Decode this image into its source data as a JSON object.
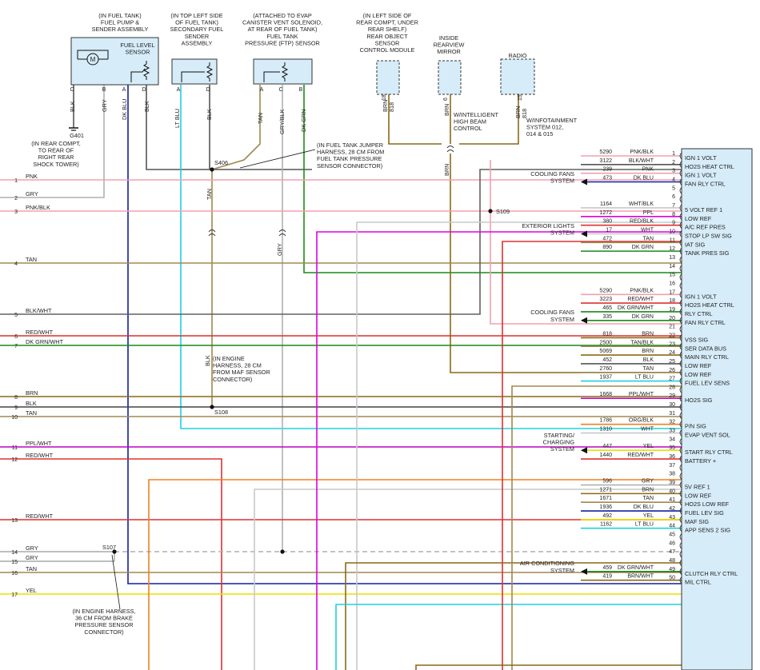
{
  "components": {
    "fuel_pump": {
      "notes": [
        "(IN FUEL TANK)",
        "FUEL PUMP &",
        "SENDER ASSEMBLY"
      ],
      "sensor_label": [
        "FUEL LEVEL",
        "SENSOR"
      ],
      "motor": "M",
      "pins": [
        "C",
        "B",
        "A",
        "D"
      ]
    },
    "secondary_sender": {
      "notes": [
        "(IN TOP LEFT SIDE",
        "OF FUEL TANK)",
        "SECONDARY FUEL",
        "SENDER",
        "ASSEMBLY"
      ],
      "pins": [
        "A",
        "D"
      ]
    },
    "ftp_sensor": {
      "notes": [
        "(ATTACHED TO EVAP",
        "CANISTER VENT SOLENOID,",
        "AT REAR OF FUEL TANK)",
        "FUEL TANK",
        "PRESSURE (FTP) SENSOR"
      ],
      "pins": [
        "A",
        "C",
        "B"
      ]
    },
    "rear_object": {
      "notes": [
        "(IN LEFT SIDE OF",
        "REAR COMPT, UNDER",
        "REAR SHELF)",
        "REAR OBJECT",
        "SENSOR",
        "CONTROL MODULE"
      ],
      "pin": "18",
      "wire": "BRN",
      "circuit": "818"
    },
    "mirror": {
      "notes": [
        "INSIDE",
        "REARVIEW",
        "MIRROR"
      ],
      "pin": "6",
      "wire": "BRN",
      "option": [
        "W/INTELLIGENT",
        "HIGH BEAM",
        "CONTROL"
      ]
    },
    "radio": {
      "notes": [
        "RADIO"
      ],
      "pin": "15",
      "wire": "BRN",
      "circuit": "818",
      "option": [
        "W/INFOTAINMENT",
        "SYSTEM 012,",
        "014 & 015"
      ]
    }
  },
  "ground": {
    "id": "G401",
    "notes": [
      "(IN REAR COMPT,",
      "TO REAR OF",
      "RIGHT REAR",
      "SHOCK TOWER)"
    ]
  },
  "wire_labels": {
    "blk": "BLK",
    "gry": "GRY",
    "dk_blu": "DK BLU",
    "lt_blu": "LT BLU",
    "tan": "TAN",
    "gry_blk": "GRY/BLK",
    "dk_grn": "DK GRN",
    "brn": "BRN"
  },
  "splices": {
    "s406": {
      "id": "S406",
      "notes": [
        "(IN FUEL TANK JUMPER",
        "HARNESS, 28 CM FROM",
        "FUEL TANK PRESSURE",
        "SENSOR CONNECTOR)"
      ]
    },
    "s108": {
      "id": "S108",
      "notes": [
        "(IN ENGINE",
        "HARNESS, 28 CM",
        "FROM MAF SENSOR",
        "CONNECTOR)"
      ]
    },
    "s109": {
      "id": "S109"
    },
    "s107": {
      "id": "S107",
      "notes": [
        "(IN ENGINE HARNESS,",
        "36 CM FROM BRAKE",
        "PRESSURE SENSOR",
        "CONNECTOR)"
      ]
    }
  },
  "left_connector": [
    {
      "n": "1",
      "color": "PNK",
      "hex": "#f0a0b0"
    },
    {
      "n": "2",
      "color": "GRY",
      "hex": "#a8a8a8"
    },
    {
      "n": "3",
      "color": "PNK/BLK",
      "hex": "#f0a0b0"
    },
    {
      "n": "4",
      "color": "TAN",
      "hex": "#a08850"
    },
    {
      "n": "5",
      "color": "BLK/WHT",
      "hex": "#606060"
    },
    {
      "n": "6",
      "color": "RED/WHT",
      "hex": "#d83030"
    },
    {
      "n": "7",
      "color": "DK GRN/WHT",
      "hex": "#1a8a1a"
    },
    {
      "n": "8",
      "color": "BRN",
      "hex": "#8b6914"
    },
    {
      "n": "9",
      "color": "BLK",
      "hex": "#444444"
    },
    {
      "n": "10",
      "color": "TAN",
      "hex": "#a08850"
    },
    {
      "n": "11",
      "color": "PPL/WHT",
      "hex": "#c000c0"
    },
    {
      "n": "12",
      "color": "RED/WHT",
      "hex": "#e03030"
    },
    {
      "n": "13",
      "color": "RED/WHT",
      "hex": "#e03030"
    },
    {
      "n": "14",
      "color": "GRY",
      "hex": "#a8a8a8"
    },
    {
      "n": "15",
      "color": "GRY",
      "hex": "#a8a8a8"
    },
    {
      "n": "16",
      "color": "TAN",
      "hex": "#a08850"
    },
    {
      "n": "17",
      "color": "YEL",
      "hex": "#e8e000"
    }
  ],
  "pcm_pins": [
    {
      "pin": "1",
      "circuit": "5290",
      "color": "PNK/BLK",
      "func": "IGN 1 VOLT"
    },
    {
      "pin": "2",
      "circuit": "3122",
      "color": "BLK/WHT",
      "func": "HO2S HEAT CTRL"
    },
    {
      "pin": "3",
      "circuit": "239",
      "color": "PNK",
      "func": "IGN 1 VOLT"
    },
    {
      "pin": "4",
      "circuit": "473",
      "color": "DK BLU",
      "func": "FAN RLY CTRL"
    },
    {
      "pin": "5",
      "circuit": "",
      "color": "",
      "func": ""
    },
    {
      "pin": "6",
      "circuit": "",
      "color": "",
      "func": ""
    },
    {
      "pin": "7",
      "circuit": "1164",
      "color": "WHT/BLK",
      "func": "5 VOLT REF 1"
    },
    {
      "pin": "8",
      "circuit": "1272",
      "color": "PPL",
      "func": "LOW REF"
    },
    {
      "pin": "9",
      "circuit": "380",
      "color": "RED/BLK",
      "func": "A/C REF PRES"
    },
    {
      "pin": "10",
      "circuit": "17",
      "color": "WHT",
      "func": "STOP LP SW SIG"
    },
    {
      "pin": "11",
      "circuit": "472",
      "color": "TAN",
      "func": "IAT SIG"
    },
    {
      "pin": "12",
      "circuit": "890",
      "color": "DK GRN",
      "func": "TANK PRES SIG"
    },
    {
      "pin": "13",
      "circuit": "",
      "color": "",
      "func": ""
    },
    {
      "pin": "14",
      "circuit": "",
      "color": "",
      "func": ""
    },
    {
      "pin": "15",
      "circuit": "",
      "color": "",
      "func": ""
    },
    {
      "pin": "16",
      "circuit": "",
      "color": "",
      "func": ""
    },
    {
      "pin": "17",
      "circuit": "5290",
      "color": "PNK/BLK",
      "func": "IGN 1 VOLT"
    },
    {
      "pin": "18",
      "circuit": "3223",
      "color": "RED/WHT",
      "func": "HO2S HEAT CTRL"
    },
    {
      "pin": "19",
      "circuit": "465",
      "color": "DK GRN/WHT",
      "func": "RLY CTRL"
    },
    {
      "pin": "20",
      "circuit": "335",
      "color": "DK GRN",
      "func": "FAN RLY CTRL"
    },
    {
      "pin": "21",
      "circuit": "",
      "color": "",
      "func": ""
    },
    {
      "pin": "22",
      "circuit": "818",
      "color": "BRN",
      "func": "VSS SIG"
    },
    {
      "pin": "23",
      "circuit": "2500",
      "color": "TAN/BLK",
      "func": "SER DATA BUS"
    },
    {
      "pin": "24",
      "circuit": "5069",
      "color": "BRN",
      "func": "MAIN RLY CTRL"
    },
    {
      "pin": "25",
      "circuit": "452",
      "color": "BLK",
      "func": "LOW REF"
    },
    {
      "pin": "26",
      "circuit": "2760",
      "color": "TAN",
      "func": "LOW REF"
    },
    {
      "pin": "27",
      "circuit": "1937",
      "color": "LT BLU",
      "func": "FUEL LEV SENS"
    },
    {
      "pin": "28",
      "circuit": "",
      "color": "",
      "func": ""
    },
    {
      "pin": "29",
      "circuit": "1668",
      "color": "PPL/WHT",
      "func": "HO2S SIG"
    },
    {
      "pin": "30",
      "circuit": "",
      "color": "",
      "func": ""
    },
    {
      "pin": "31",
      "circuit": "",
      "color": "",
      "func": ""
    },
    {
      "pin": "32",
      "circuit": "1786",
      "color": "ORG/BLK",
      "func": "P/N SIG"
    },
    {
      "pin": "33",
      "circuit": "1310",
      "color": "WHT",
      "func": "EVAP VENT SOL"
    },
    {
      "pin": "34",
      "circuit": "",
      "color": "",
      "func": ""
    },
    {
      "pin": "35",
      "circuit": "447",
      "color": "YEL",
      "func": "START RLY CTRL"
    },
    {
      "pin": "36",
      "circuit": "1440",
      "color": "RED/WHT",
      "func": "BATTERY +"
    },
    {
      "pin": "37",
      "circuit": "",
      "color": "",
      "func": ""
    },
    {
      "pin": "38",
      "circuit": "",
      "color": "",
      "func": ""
    },
    {
      "pin": "39",
      "circuit": "596",
      "color": "GRY",
      "func": "5V REF 1"
    },
    {
      "pin": "40",
      "circuit": "1271",
      "color": "BRN",
      "func": "LOW REF"
    },
    {
      "pin": "41",
      "circuit": "1671",
      "color": "TAN",
      "func": "HO2S LOW REF"
    },
    {
      "pin": "42",
      "circuit": "1936",
      "color": "DK BLU",
      "func": "FUEL LEV SIG"
    },
    {
      "pin": "43",
      "circuit": "492",
      "color": "YEL",
      "func": "MAF SIG"
    },
    {
      "pin": "44",
      "circuit": "1162",
      "color": "LT BLU",
      "func": "APP SENS 2 SIG"
    },
    {
      "pin": "45",
      "circuit": "",
      "color": "",
      "func": ""
    },
    {
      "pin": "46",
      "circuit": "",
      "color": "",
      "func": ""
    },
    {
      "pin": "47",
      "circuit": "",
      "color": "",
      "func": ""
    },
    {
      "pin": "48",
      "circuit": "",
      "color": "",
      "func": ""
    },
    {
      "pin": "49",
      "circuit": "459",
      "color": "DK GRN/WHT",
      "func": "CLUTCH RLY CTRL"
    },
    {
      "pin": "50",
      "circuit": "419",
      "color": "BRN/WHT",
      "func": "MIL CTRL"
    }
  ],
  "systems": [
    {
      "pin": "4",
      "lines": [
        "COOLING FANS",
        "SYSTEM"
      ]
    },
    {
      "pin": "10",
      "lines": [
        "EXTERIOR LIGHTS",
        "SYSTEM"
      ]
    },
    {
      "pin": "20",
      "lines": [
        "COOLING FANS",
        "SYSTEM"
      ]
    },
    {
      "pin": "35",
      "lines": [
        "STARTING/",
        "CHARGING",
        "SYSTEM"
      ]
    },
    {
      "pin": "49",
      "lines": [
        "AIR CONDITIONING",
        "SYSTEM"
      ]
    }
  ]
}
